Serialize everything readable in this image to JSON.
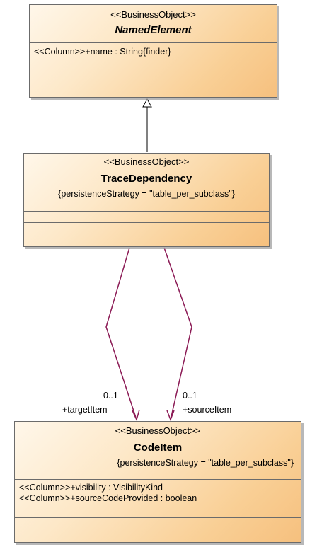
{
  "classes": {
    "named_element": {
      "stereotype": "<<BusinessObject>>",
      "name": "NamedElement",
      "attributes": [
        "<<Column>>+name : String{finder}"
      ]
    },
    "trace_dependency": {
      "stereotype": "<<BusinessObject>>",
      "name": "TraceDependency",
      "property": "{persistenceStrategy = \"table_per_subclass\"}",
      "attributes": []
    },
    "code_item": {
      "stereotype": "<<BusinessObject>>",
      "name": "CodeItem",
      "property": "{persistenceStrategy = \"table_per_subclass\"}",
      "attributes": [
        "<<Column>>+visibility : VisibilityKind",
        "<<Column>>+sourceCodeProvided : boolean"
      ]
    }
  },
  "associations": {
    "target": {
      "multiplicity": "0..1",
      "role": "+targetItem"
    },
    "source": {
      "multiplicity": "0..1",
      "role": "+sourceItem"
    }
  },
  "colors": {
    "association": "#8b1a55",
    "generalization": "#000000"
  }
}
